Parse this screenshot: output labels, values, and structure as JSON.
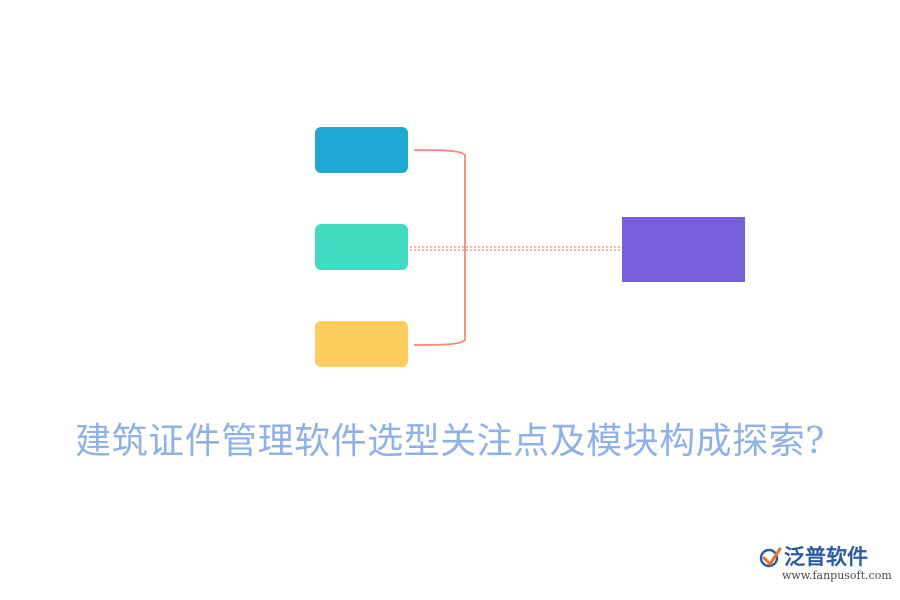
{
  "diagram": {
    "title": "建筑证件管理软件选型关注点及模块构成探索?",
    "nodes": [
      {
        "id": "top",
        "label": "",
        "color": "#1ea9d2"
      },
      {
        "id": "middle",
        "label": "",
        "color": "#43dcc3"
      },
      {
        "id": "bottom",
        "label": "",
        "color": "#fdcd5d"
      },
      {
        "id": "right",
        "label": "",
        "color": "#775fd9"
      }
    ],
    "connector_color": "#f28a76"
  },
  "logo": {
    "name": "泛普软件",
    "url": "www.fanpusoft.com"
  }
}
